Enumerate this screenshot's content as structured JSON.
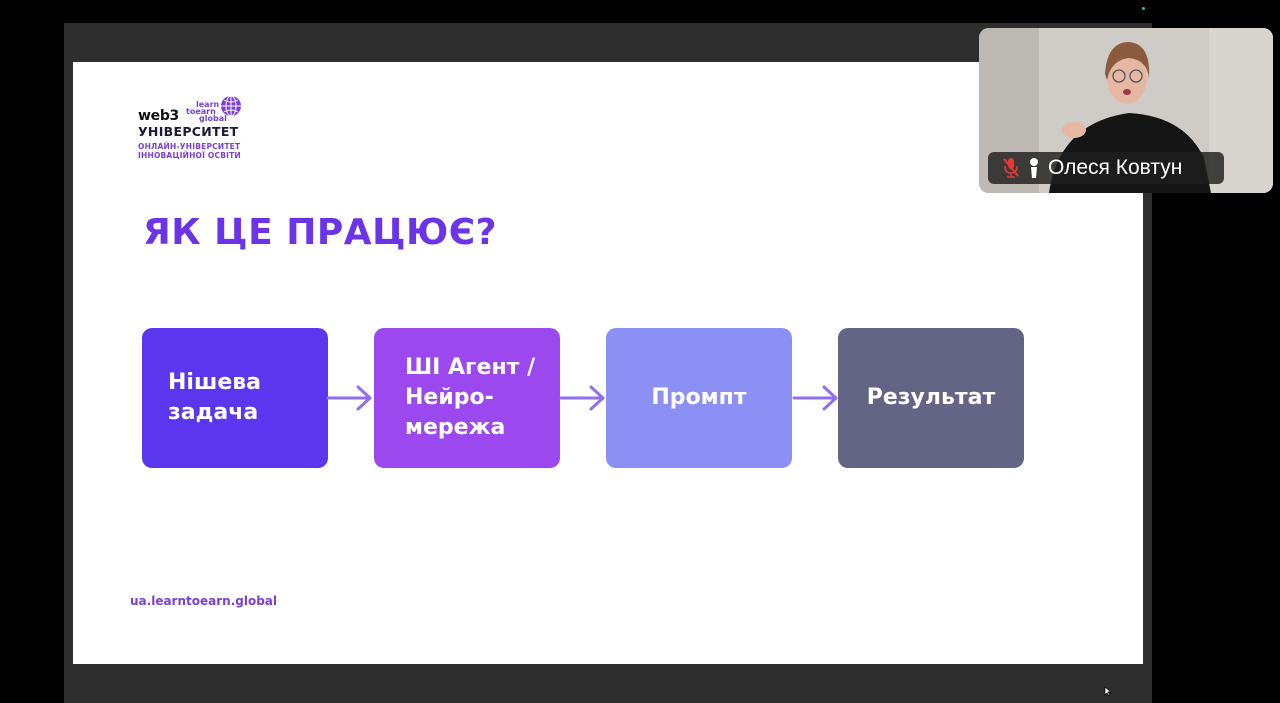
{
  "slide": {
    "logo": {
      "brand_top": "web3",
      "learn_lines": [
        "learn",
        "toearn",
        "global"
      ],
      "brand_main": "УНІВЕРСИТЕТ",
      "subtitle_lines": [
        "ОНЛАЙН-УНІВЕРСИТЕТ",
        "ІННОВАЦІЙНОЇ ОСВІТИ"
      ]
    },
    "title": "ЯК ЦЕ ПРАЦЮЄ?",
    "flow": [
      {
        "label": "Нішева\nзадача",
        "color": "#5a37ee"
      },
      {
        "label": "ШІ Агент /\nНейро-\nмережа",
        "color": "#9b49ee"
      },
      {
        "label": "Промпт",
        "color": "#8c8ff3"
      },
      {
        "label": "Результат",
        "color": "#646485"
      }
    ],
    "arrow_color": "#8f6ff0",
    "footer_url": "ua.learntoearn.global",
    "accent_color": "#6c34e8"
  },
  "participant": {
    "name": "Олеся Ковтун",
    "mic_icon": "mic-muted-icon",
    "hand_icon": "raised-hand-icon",
    "muted": true
  }
}
